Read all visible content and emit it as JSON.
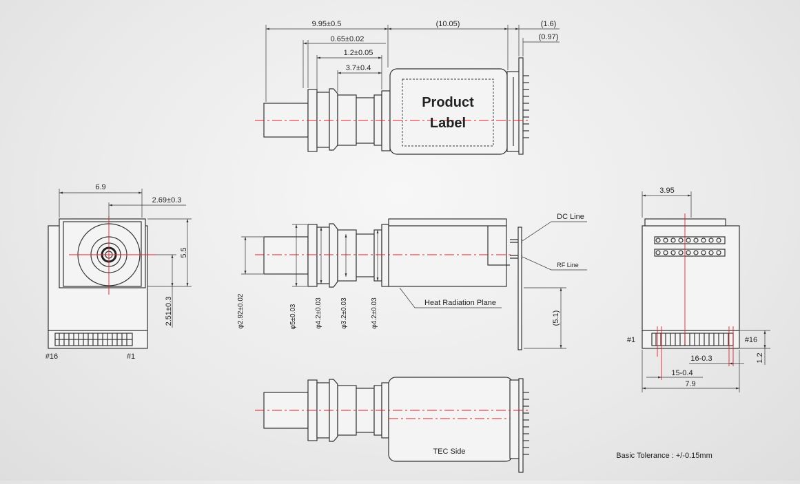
{
  "top_view": {
    "dim_overall": "9.95±0.5",
    "dim_body": "(10.05)",
    "dim_pin_a": "(1.6)",
    "dim_pin_b": "(0.97)",
    "dim_flange": "0.65±0.02",
    "dim_step": "1.2±0.05",
    "dim_neck": "3.7±0.4",
    "label_line1": "Product",
    "label_line2": "Label"
  },
  "front_view": {
    "dim_width": "6.9",
    "dim_offset": "2.69±0.3",
    "dim_height": "5.5",
    "dim_center": "2.51±0.3",
    "pin_first": "#16",
    "pin_last": "#1"
  },
  "side_view": {
    "dc_line": "DC Line",
    "rf_line": "RF Line",
    "heat_plane": "Heat Radiation Plane",
    "dim_d1": "φ2.92±0.02",
    "dim_d2": "φ5±0.03",
    "dim_d3": "φ4.2±0.03",
    "dim_d4": "φ3.2±0.03",
    "dim_d5": "φ4.2±0.03",
    "dim_pin_len": "(5.1)"
  },
  "rear_view": {
    "dim_top": "3.95",
    "pin_1": "#1",
    "pin_16": "#16",
    "dim_pitch16": "16-0.3",
    "dim_pitch15": "15-0.4",
    "dim_width": "7.9",
    "dim_pin_h": "1.2"
  },
  "bottom_view": {
    "tec_side": "TEC Side"
  },
  "footer": {
    "tolerance": "Basic Tolerance : +/-0.15mm"
  }
}
